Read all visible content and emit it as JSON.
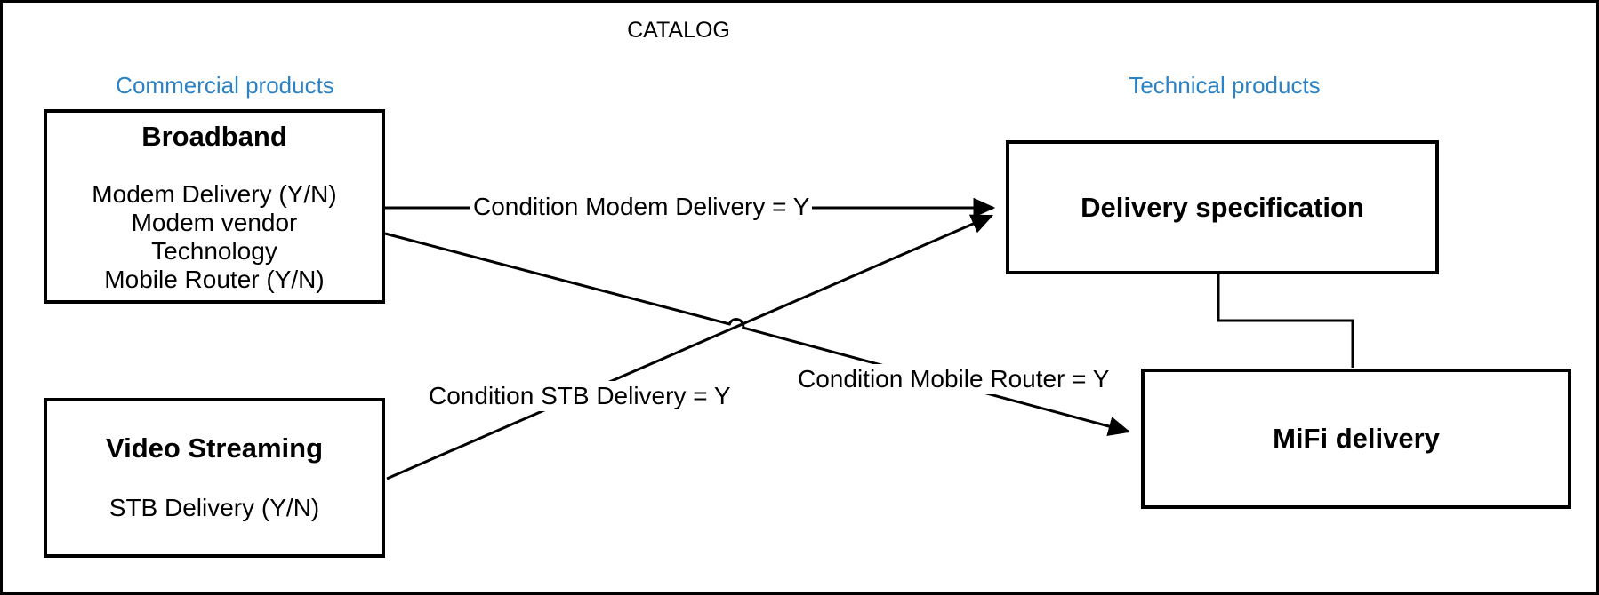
{
  "canvas": {
    "title": "CATALOG",
    "background": "#ffffff",
    "border_color": "#000000",
    "line_color": "#000000",
    "header_color": "#2b83c6"
  },
  "sections": {
    "commercial": {
      "label": "Commercial products"
    },
    "technical": {
      "label": "Technical products"
    }
  },
  "boxes": [
    {
      "id": "broadband",
      "title": "Broadband",
      "attributes": [
        "Modem Delivery (Y/N)",
        "Modem vendor",
        "Technology",
        "Mobile Router (Y/N)"
      ]
    },
    {
      "id": "video-streaming",
      "title": "Video Streaming",
      "attributes": [
        "STB Delivery (Y/N)"
      ]
    },
    {
      "id": "delivery-specification",
      "title": "Delivery specification",
      "attributes": []
    },
    {
      "id": "mifi-delivery",
      "title": "MiFi delivery",
      "attributes": []
    }
  ],
  "edges": [
    {
      "label": "Condition Modem Delivery = Y",
      "from": "Broadband",
      "to": "Delivery specification",
      "style": "arrow"
    },
    {
      "label": "Condition STB Delivery = Y",
      "from": "Video Streaming",
      "to": "Delivery specification",
      "style": "arrow"
    },
    {
      "label": "Condition Mobile Router = Y",
      "from": "Broadband",
      "to": "MiFi delivery",
      "style": "arrow-with-hop"
    },
    {
      "label": "",
      "from": "Delivery specification",
      "to": "MiFi delivery",
      "style": "elbow"
    }
  ]
}
